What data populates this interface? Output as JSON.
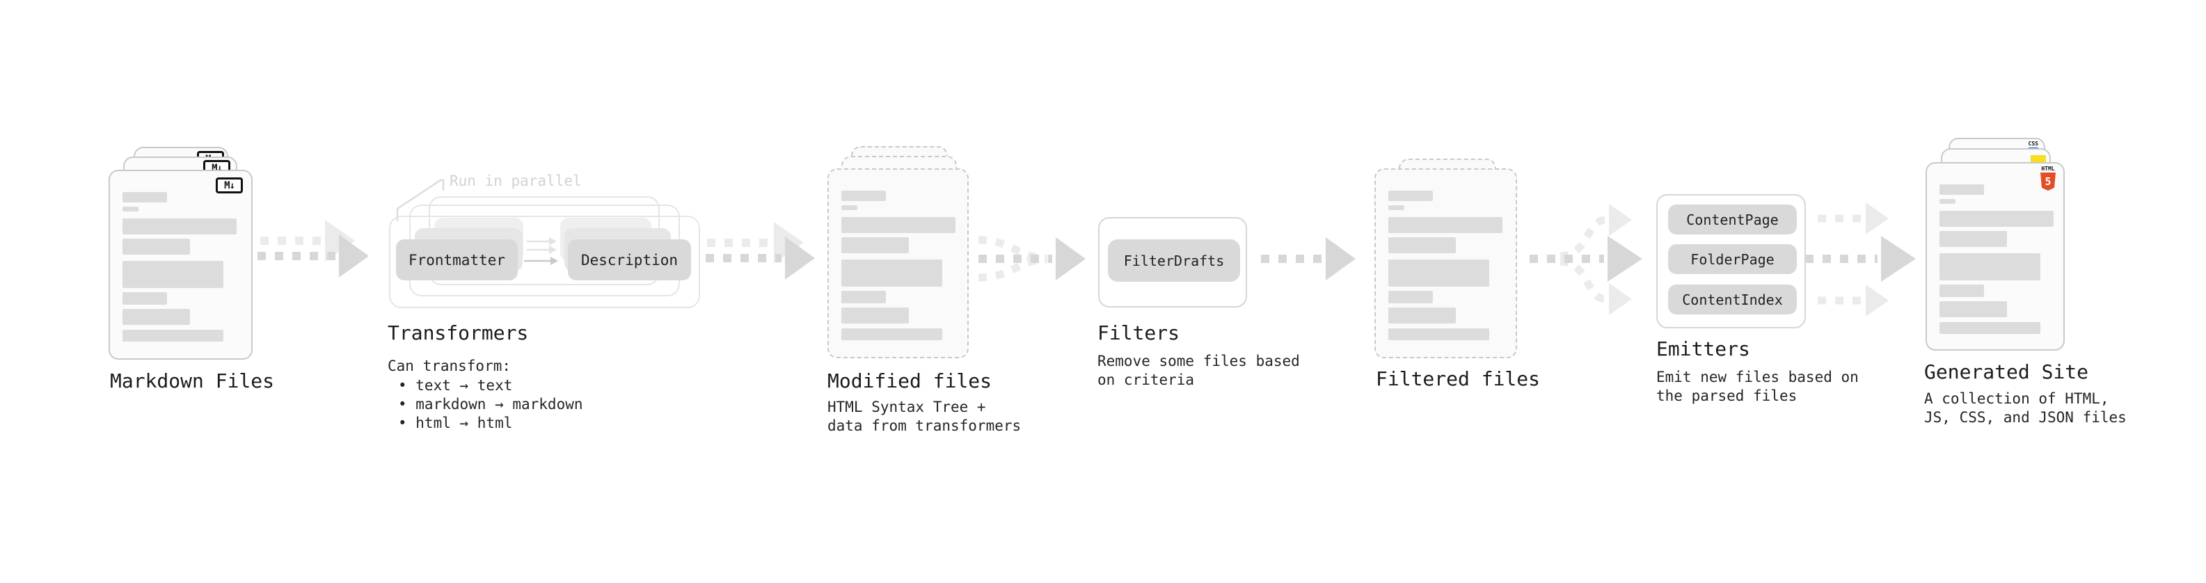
{
  "stages": {
    "markdown": {
      "title": "Markdown Files"
    },
    "transformers": {
      "title": "Transformers",
      "note": "Run in parallel",
      "intro": "Can transform:",
      "bullet_1": "• text → text",
      "bullet_2": "• markdown → markdown",
      "bullet_3": "• html → html",
      "box_source": "Frontmatter",
      "box_target": "Description"
    },
    "modified": {
      "title": "Modified files",
      "desc_1": "HTML Syntax Tree +",
      "desc_2": "data from transformers"
    },
    "filters": {
      "title": "Filters",
      "desc_1": "Remove some files based",
      "desc_2": "on criteria",
      "box": "FilterDrafts"
    },
    "filtered": {
      "title": "Filtered files"
    },
    "emitters": {
      "title": "Emitters",
      "desc_1": "Emit new files based on",
      "desc_2": "the parsed files",
      "box_1": "ContentPage",
      "box_2": "FolderPage",
      "box_3": "ContentIndex"
    },
    "generated": {
      "title": "Generated Site",
      "desc_1": "A collection of HTML,",
      "desc_2": "JS, CSS, and JSON files"
    }
  },
  "icons": {
    "markdown_badge": "M↓",
    "css_badge": "CSS",
    "html5_label": "HTML",
    "html5_numeral": "5"
  },
  "colors": {
    "html5_orange": "#e44d26",
    "js_yellow": "#f7df1e",
    "css_blue": "#2d53e5",
    "placeholder_bar": "#dcdcdc",
    "arrow_gray": "#d7d7d7",
    "arrow_light_gray": "#ebebeb",
    "note_gray": "#d2d2d2"
  }
}
